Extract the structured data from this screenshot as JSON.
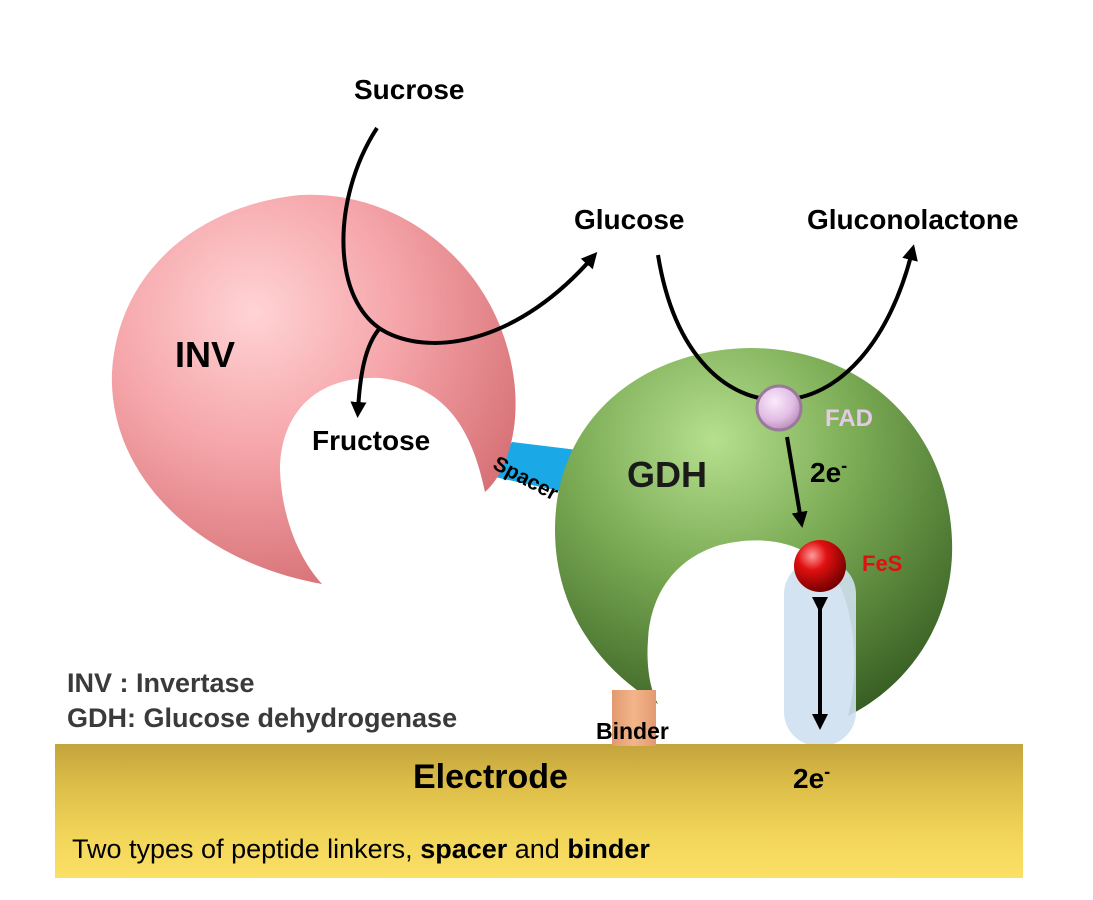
{
  "labels": {
    "sucrose": "Sucrose",
    "glucose": "Glucose",
    "gluconolactone": "Gluconolactone",
    "fructose": "Fructose",
    "inv": "INV",
    "gdh": "GDH",
    "fad": "FAD",
    "fes": "FeS",
    "spacer": "Spacer",
    "binder": "Binder",
    "electrode": "Electrode",
    "two_e_base": "2e",
    "two_e_sup": "-"
  },
  "legend": {
    "inv": "INV  : Invertase",
    "gdh": "GDH: Glucose dehydrogenase"
  },
  "caption": {
    "part1": "Two types of peptide linkers, ",
    "bold1": "spacer",
    "part2": " and ",
    "bold2": "binder"
  },
  "colors": {
    "inv": "#f2989c",
    "gdh": "#5e8f3c",
    "fad": "#e4bfe6",
    "fes": "#e01010",
    "spacer": "#1aa9e6",
    "electrode": "#e6c64e",
    "fad_label": "#e6c8e8",
    "fes_label": "#e01010"
  }
}
